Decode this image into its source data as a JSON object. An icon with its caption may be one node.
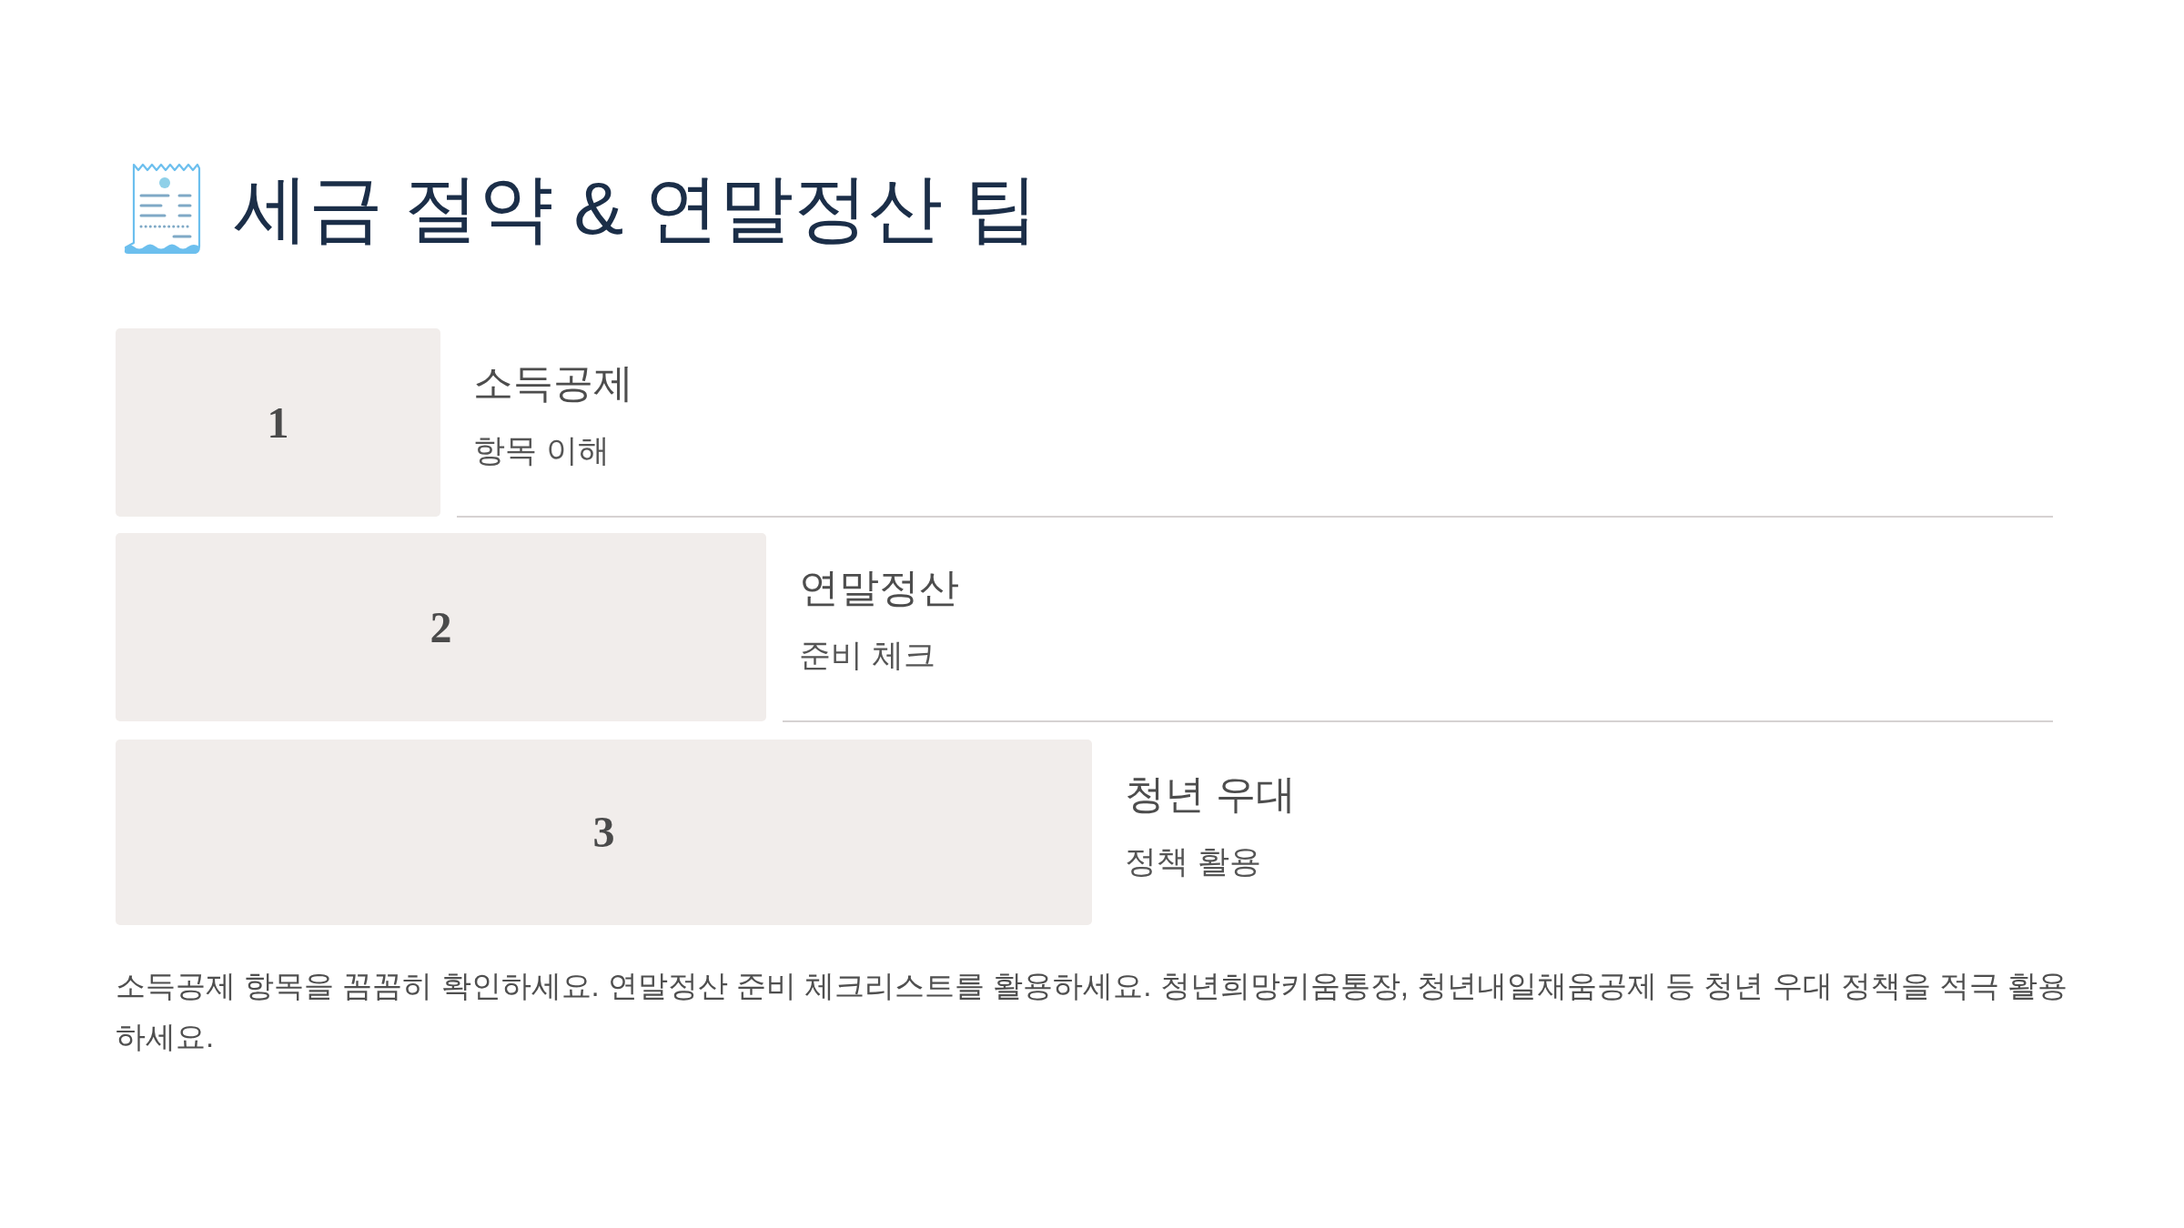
{
  "diagram": {
    "title": "세금 절약 & 연말정산 팁",
    "nodes": [
      {
        "text": [
          "1"
        ],
        "beside": [
          "소득공제",
          "항목 이해"
        ]
      },
      {
        "text": [
          "2"
        ],
        "beside": [
          "연말정산",
          "준비 체크"
        ]
      },
      {
        "text": [
          "3"
        ],
        "beside": [
          "청년 우대",
          "정책 활용"
        ]
      }
    ],
    "caption": "소득공제 항목을 꼼꼼히 확인하세요. 연말정산 준비 체크리스트를 활용하세요. 청년희망키움통장, 청년내일채움공제 등 청년 우대 정책을 적극 활용하세요."
  }
}
